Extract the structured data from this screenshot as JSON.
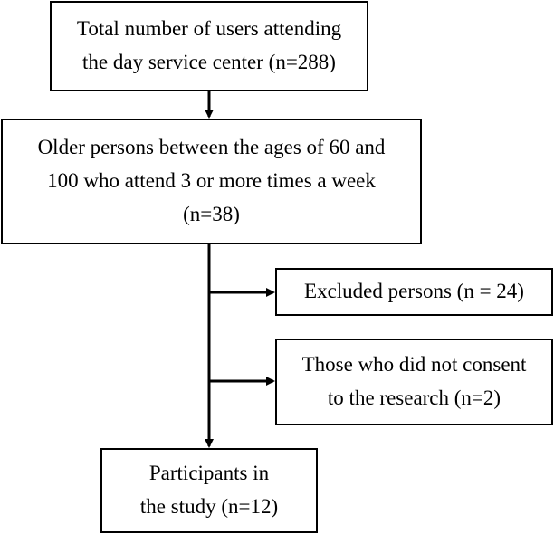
{
  "boxes": {
    "total": {
      "line1": "Total number of users attending",
      "line2": "the day service center (n=288)"
    },
    "older": {
      "line1": "Older persons between the ages of 60 and",
      "line2": "100 who attend 3 or more times a week",
      "line3": "(n=38)"
    },
    "excluded": {
      "line1": "Excluded persons (n = 24)"
    },
    "no_consent": {
      "line1": "Those who did not consent",
      "line2": "to the research (n=2)"
    },
    "participants": {
      "line1": "Participants in",
      "line2": "the study (n=12)"
    }
  },
  "colors": {
    "stroke": "#000000",
    "background": "#ffffff"
  }
}
